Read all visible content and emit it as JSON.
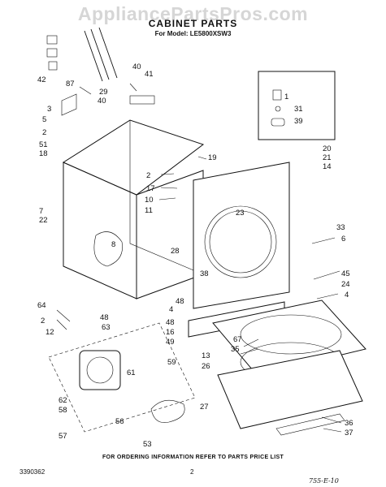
{
  "watermark": "AppliancePartsPros.com",
  "title": "CABINET PARTS",
  "model_line": "For Model: LE5800XSW3",
  "footer_note": "FOR ORDERING INFORMATION REFER TO PARTS PRICE LIST",
  "document_number": "3390362",
  "page_number": "2",
  "handwritten_note": "755-E-10",
  "callouts": [
    "1",
    "2",
    "3",
    "4",
    "5",
    "6",
    "7",
    "8",
    "10",
    "11",
    "12",
    "13",
    "14",
    "16",
    "17",
    "18",
    "19",
    "20",
    "21",
    "22",
    "23",
    "24",
    "26",
    "27",
    "28",
    "29",
    "31",
    "33",
    "35",
    "36",
    "37",
    "38",
    "39",
    "40",
    "41",
    "42",
    "45",
    "48",
    "49",
    "51",
    "53",
    "56",
    "57",
    "58",
    "59",
    "61",
    "62",
    "63",
    "64",
    "67",
    "87"
  ]
}
